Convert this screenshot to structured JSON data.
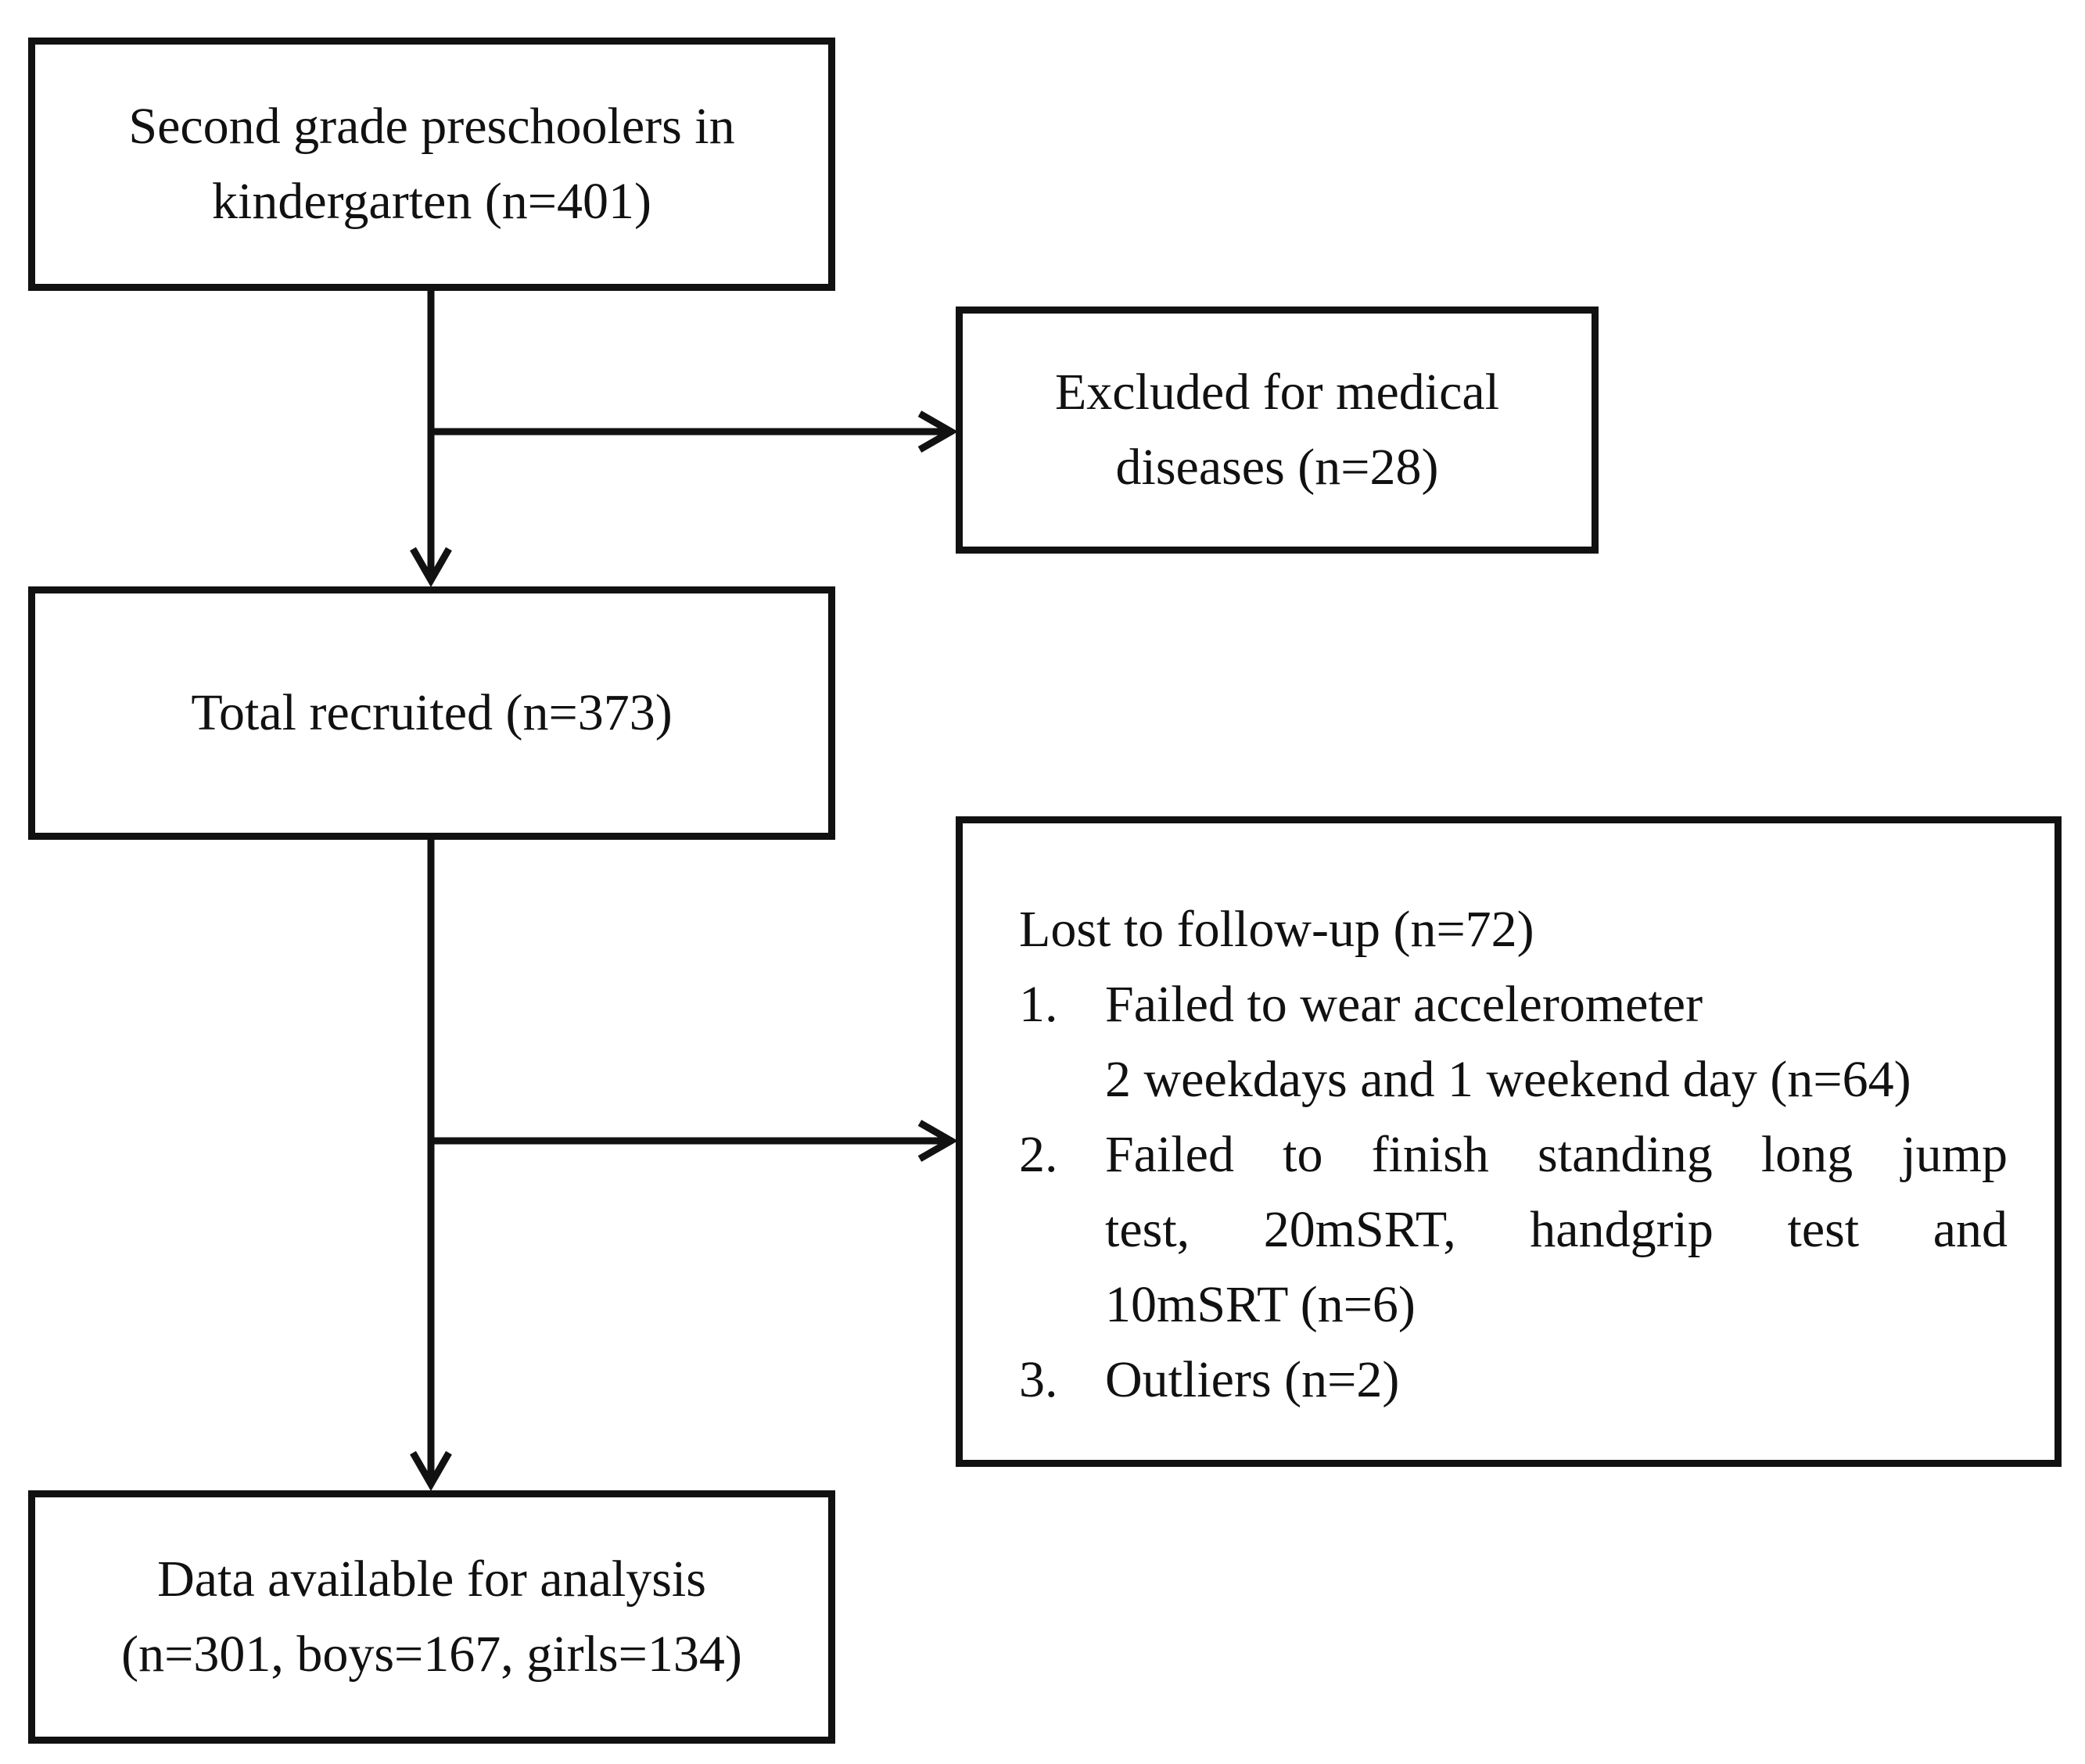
{
  "flowchart": {
    "start": {
      "line1": "Second grade preschoolers in",
      "line2": "kindergarten (n=401)"
    },
    "excluded": {
      "line1": "Excluded for medical",
      "line2": "diseases (n=28)"
    },
    "recruited": {
      "line1": "Total recruited (n=373)"
    },
    "lost": {
      "title": "Lost to follow-up (n=72)",
      "items": [
        {
          "num": "1.",
          "lines": [
            "Failed to wear accelerometer",
            "2 weekdays and 1 weekend day (n=64)"
          ]
        },
        {
          "num": "2.",
          "lines": [
            "Failed to finish standing long jump",
            "test, 20mSRT, handgrip test and",
            "10mSRT (n=6)"
          ]
        },
        {
          "num": "3.",
          "lines": [
            "Outliers (n=2)"
          ]
        }
      ]
    },
    "final": {
      "line1": "Data available for analysis",
      "line2": "(n=301, boys=167, girls=134)"
    }
  }
}
